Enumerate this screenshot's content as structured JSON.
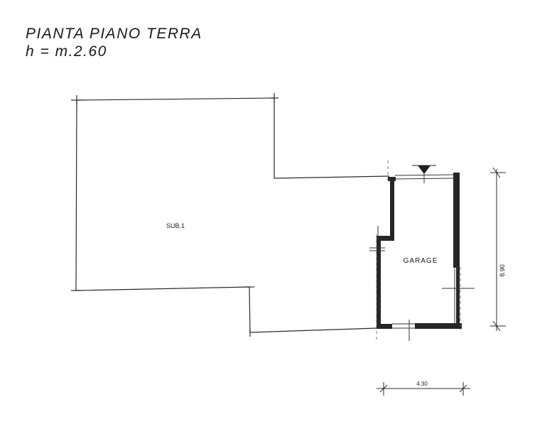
{
  "header": {
    "title": "PIANTA PIANO TERRA",
    "height_note": "h = m.2.60"
  },
  "plan": {
    "unit_sub1_label": "SUB.1",
    "garage_label": "GARAGE",
    "dimension_width": "4.30",
    "dimension_depth": "8.90"
  }
}
